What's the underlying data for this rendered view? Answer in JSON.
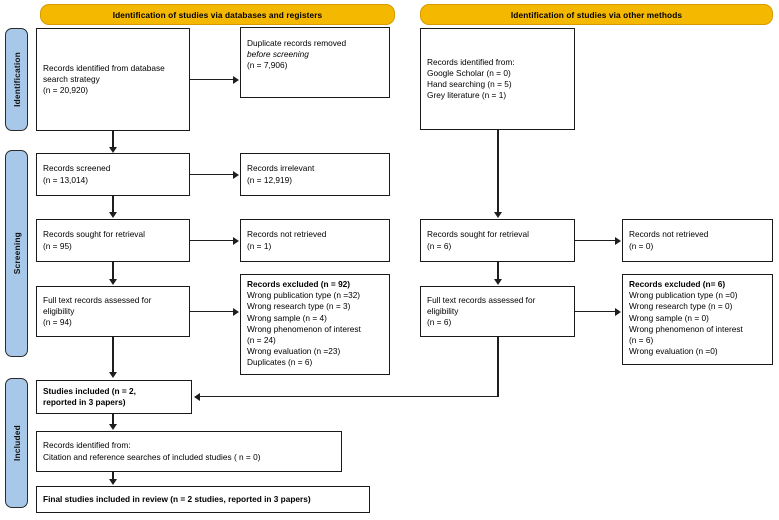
{
  "diagram": {
    "title": "PRISMA 2020 flow diagram",
    "colors": {
      "banner_fill": "#f5b800",
      "stage_fill": "#a7c8e8",
      "box_border": "#1a1a1a",
      "connector": "#1e1e1e"
    }
  },
  "banners": {
    "left": "Identification of studies via databases and registers",
    "right": "Identification of studies via other methods"
  },
  "stages": [
    {
      "label": "Identification"
    },
    {
      "label": "Screening"
    },
    {
      "label": "Included"
    }
  ],
  "left_column": {
    "records_identified": "Records identified from database search strategy\n(n = 20,920)",
    "duplicates_removed_line1": "Duplicate records removed",
    "duplicates_removed_line2": "before screening",
    "duplicates_removed_line3": "(n = 7,906)",
    "records_screened": "Records screened\n(n = 13,014)",
    "records_irrelevant": "Records irrelevant\n(n = 12,919)",
    "records_sought": "Records sought for retrieval\n(n = 95)",
    "records_not_retrieved": "Records not retrieved\n(n = 1)",
    "full_text_assessed": "Full text records assessed for eligibility\n(n = 94)",
    "records_excluded_header": "Records excluded (n = 92)",
    "records_excluded_reasons": "Wrong publication type (n =32)\nWrong research type (n = 3)\nWrong sample (n = 4)\nWrong phenomenon of interest\n(n = 24)\nWrong evaluation (n =23)\nDuplicates (n = 6)"
  },
  "right_column": {
    "records_identified": "Records identified from:\nGoogle Scholar (n = 0)\nHand searching (n = 5)\nGrey literature (n = 1)",
    "records_sought": "Records sought for retrieval\n(n = 6)",
    "records_not_retrieved": "Records not retrieved\n(n = 0)",
    "full_text_assessed": "Full text records assessed for eligibility\n(n = 6)",
    "records_excluded_header": "Records excluded (n= 6)",
    "records_excluded_reasons": "Wrong publication type (n =0)\nWrong research type (n = 0)\nWrong sample (n = 0)\nWrong phenomenon of interest\n(n = 6)\nWrong evaluation (n =0)"
  },
  "included_column": {
    "studies_included": "Studies included (n = 2,\nreported in 3 papers)",
    "citation_searches": "Records identified from:\nCitation and reference searches of included studies ( n = 0)",
    "final_studies": "Final studies included in review (n = 2 studies, reported in 3 papers)"
  }
}
